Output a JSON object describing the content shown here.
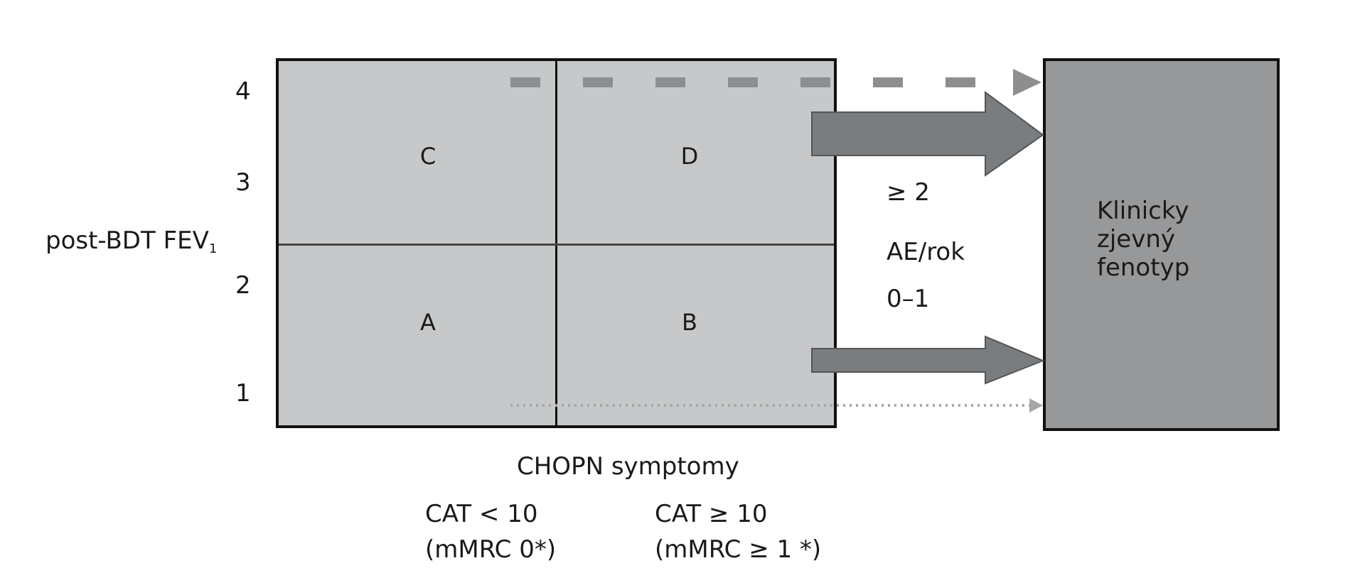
{
  "y_axis": {
    "label": "post-BDT FEV",
    "label_subscript": "1",
    "ticks": [
      "4",
      "3",
      "2",
      "1"
    ]
  },
  "quadrants": {
    "top_left": "C",
    "top_right": "D",
    "bottom_left": "A",
    "bottom_right": "B"
  },
  "x_axis": {
    "title": "CHOPN symptomy",
    "left_line1": "CAT < 10",
    "left_line2": "(mMRC 0*)",
    "right_line1": "CAT ≥ 10",
    "right_line2": "(mMRC ≥ 1 *)"
  },
  "exacerbations": {
    "high": "≥ 2",
    "unit": "AE/rok",
    "low": "0–1"
  },
  "phenotype": {
    "line1": "Klinicky",
    "line2": "zjevný",
    "line3": "fenotyp"
  },
  "colors": {
    "grid_fill": "#c6c8c9",
    "phenotype_fill": "#96989a",
    "arrow_fill": "#7a7d80"
  }
}
